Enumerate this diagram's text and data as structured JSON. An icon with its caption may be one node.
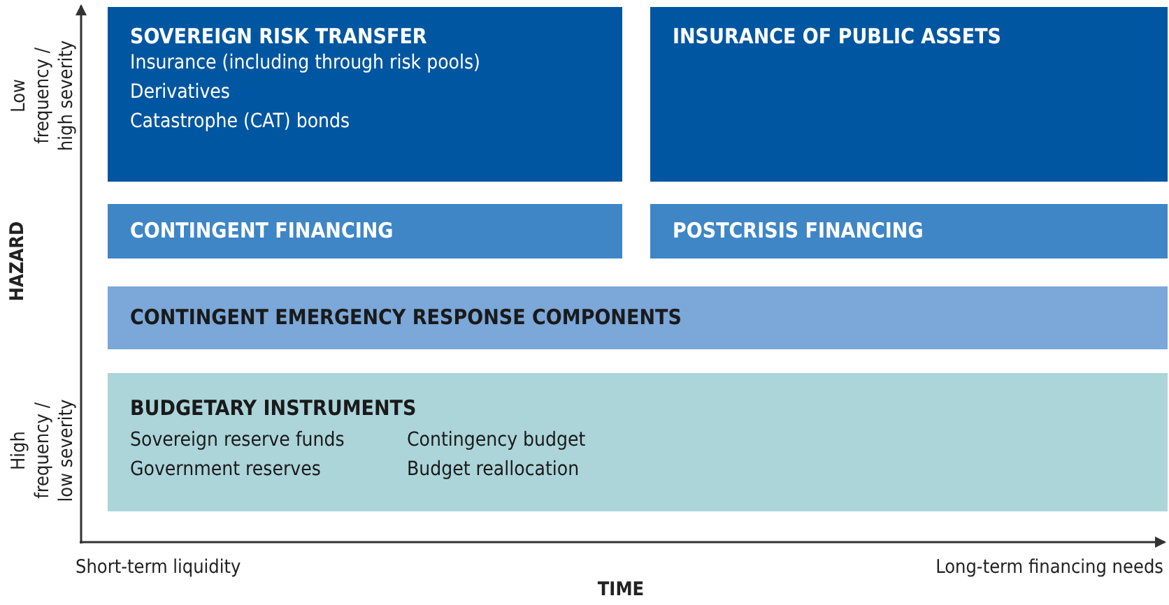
{
  "diagram": {
    "nodes": [
      {
        "text": [
          "SOVEREIGN RISK TRANSFER",
          "Insurance (including through risk pools)",
          "Derivatives",
          "Catastrophe (CAT) bonds"
        ]
      },
      {
        "text": [
          "INSURANCE OF PUBLIC ASSETS"
        ]
      },
      {
        "text": [
          "CONTINGENT FINANCING"
        ]
      },
      {
        "text": [
          "POSTCRISIS FINANCING"
        ]
      },
      {
        "text": [
          "CONTINGENT EMERGENCY RESPONSE COMPONENTS"
        ]
      },
      {
        "text": [
          "BUDGETARY INSTRUMENTS",
          "Sovereign reserve funds",
          "Government reserves",
          "Contingency budget",
          "Budget reallocation"
        ]
      }
    ],
    "edges": [],
    "labels": [
      "Low frequency / high severity",
      "HAZARD",
      "High frequency / low severity",
      "Short-term liquidity",
      "TIME",
      "Long-term financing needs"
    ]
  }
}
